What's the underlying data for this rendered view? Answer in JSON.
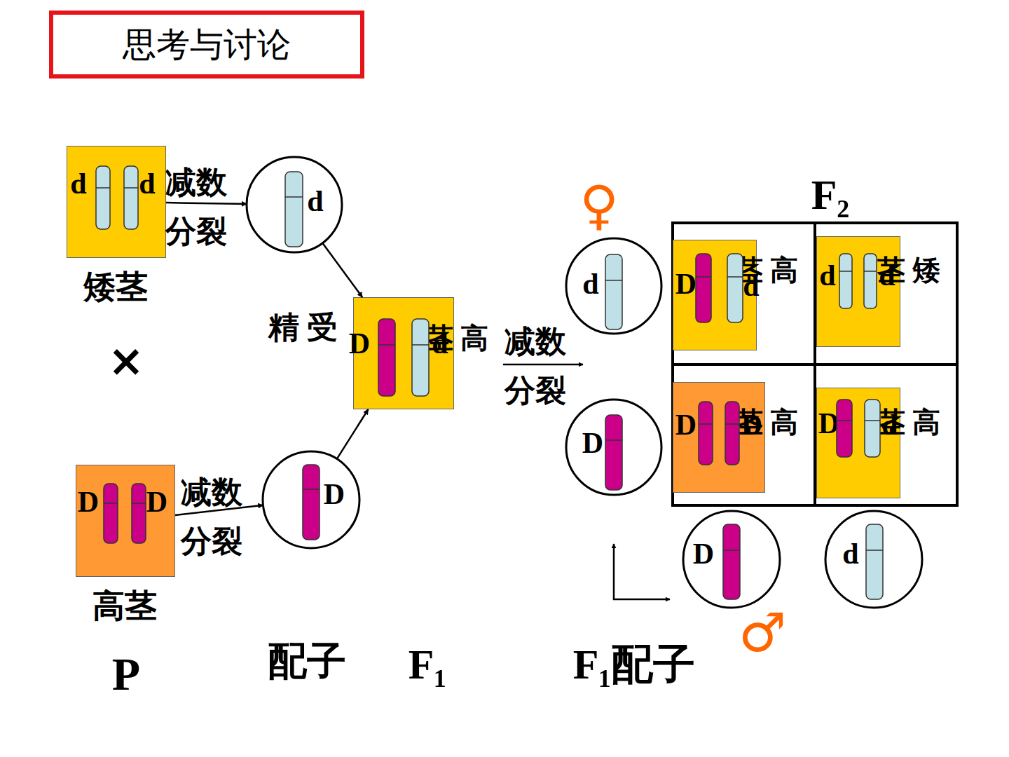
{
  "diagram": {
    "title": "思考与讨论",
    "nodes": [
      {
        "text": [
          "d",
          "d",
          "矮茎"
        ]
      },
      {
        "text": [
          "d"
        ]
      },
      {
        "text": [
          "D",
          "d",
          "茎 高"
        ]
      },
      {
        "text": [
          "D",
          "D",
          "高茎"
        ]
      },
      {
        "text": [
          "D"
        ]
      },
      {
        "text": [
          "d"
        ]
      },
      {
        "text": [
          "D"
        ]
      },
      {
        "text": [
          "F₂"
        ]
      },
      {
        "text": [
          "D",
          "d",
          "茎 高"
        ],
        "in": 7
      },
      {
        "text": [
          "d",
          "d",
          "茎 矮"
        ],
        "in": 7
      },
      {
        "text": [
          "D",
          "D",
          "茎 高"
        ],
        "in": 7
      },
      {
        "text": [
          "D",
          "d",
          "茎 高"
        ],
        "in": 7
      },
      {
        "text": [
          "D"
        ]
      },
      {
        "text": [
          "d"
        ]
      }
    ],
    "edges": [
      {
        "from": 0,
        "to": 1,
        "arrow": "to",
        "label": "减数 分裂"
      },
      {
        "from": 3,
        "to": 4,
        "arrow": "to",
        "label": "减数 分裂"
      },
      {
        "from": 1,
        "to": 2,
        "arrow": "to"
      },
      {
        "from": 4,
        "to": 2,
        "arrow": "to"
      }
    ],
    "labels": [
      "×",
      "精 受",
      "减数 分裂",
      "♀",
      "♂",
      "P",
      "配子",
      "F₁",
      "F₁配子"
    ]
  }
}
